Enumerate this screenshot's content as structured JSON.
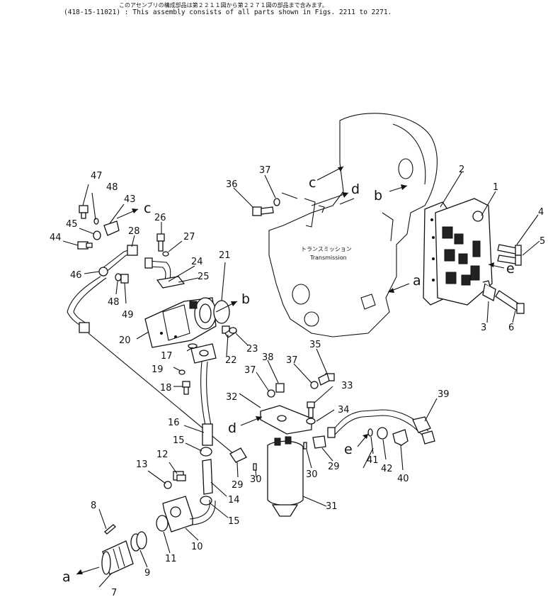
{
  "header": {
    "japanese_line": "このアセンブリの構成部品は第２２１１図から第２２７１図の部品まで含みます。",
    "english_line": "(418-15-11021) : This assembly consists of all parts shown in Figs. 2211 to 2271."
  },
  "transmission_label": {
    "japanese": "トランスミッション",
    "english": "Transmission"
  },
  "callouts": {
    "n1": "1",
    "n2": "2",
    "n3": "3",
    "n4": "4",
    "n5": "5",
    "n6": "6",
    "n7": "7",
    "n8": "8",
    "n9": "9",
    "n10": "10",
    "n11": "11",
    "n12": "12",
    "n13": "13",
    "n14": "14",
    "n15a": "15",
    "n15b": "15",
    "n16": "16",
    "n17": "17",
    "n18": "18",
    "n19": "19",
    "n20": "20",
    "n21": "21",
    "n22": "22",
    "n23": "23",
    "n24": "24",
    "n25": "25",
    "n26": "26",
    "n27": "27",
    "n28": "28",
    "n29a": "29",
    "n29b": "29",
    "n30a": "30",
    "n30b": "30",
    "n31": "31",
    "n32": "32",
    "n33": "33",
    "n34": "34",
    "n35": "35",
    "n36": "36",
    "n37a": "37",
    "n37b": "37",
    "n37c": "37",
    "n38": "38",
    "n39": "39",
    "n40": "40",
    "n41": "41",
    "n42": "42",
    "n43": "43",
    "n44": "44",
    "n45": "45",
    "n46": "46",
    "n47": "47",
    "n48a": "48",
    "n48b": "48",
    "n49": "49"
  },
  "refs": {
    "a1": "a",
    "a2": "a",
    "b1": "b",
    "b2": "b",
    "c1": "c",
    "c2": "c",
    "d1": "d",
    "d2": "d",
    "e1": "e",
    "e2": "e"
  }
}
